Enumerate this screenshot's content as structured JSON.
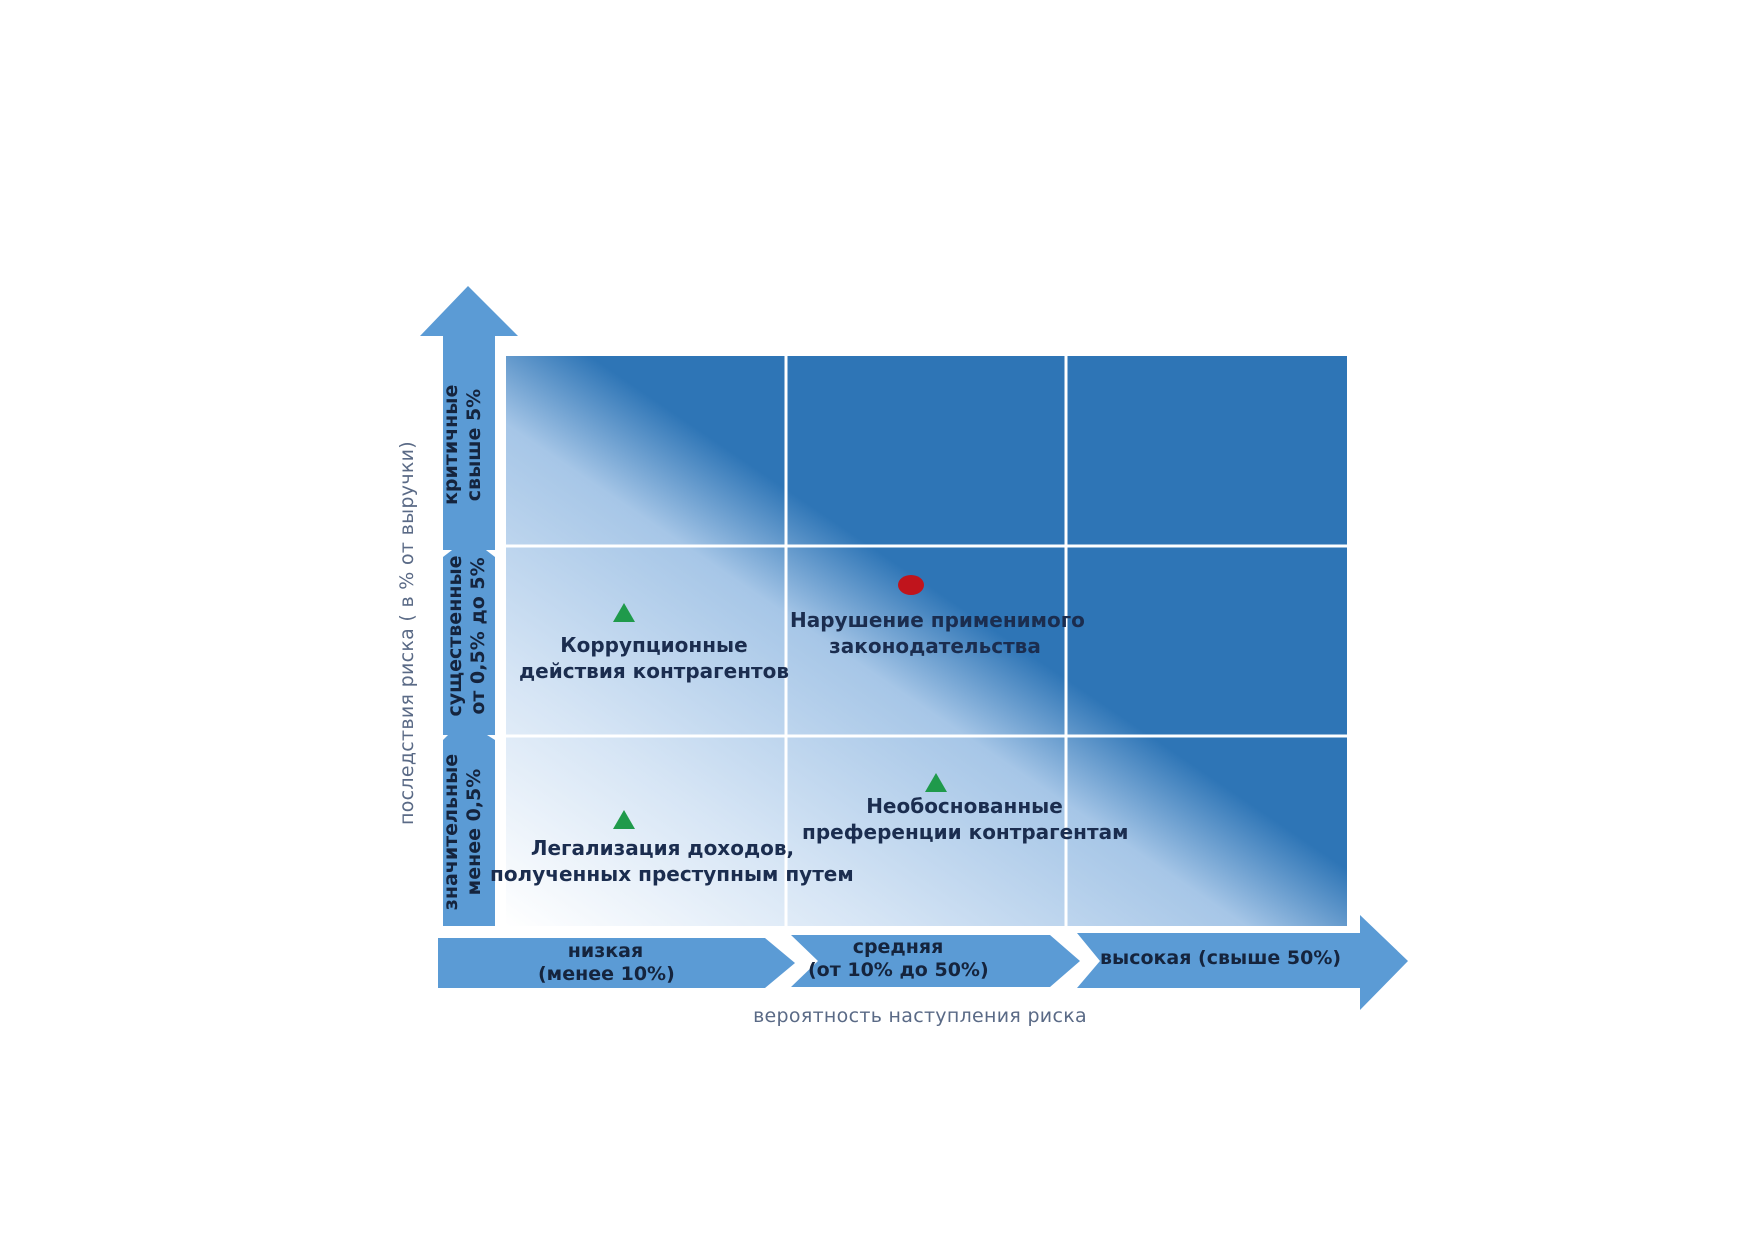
{
  "x_axis": {
    "caption": "вероятность  наступления риска",
    "levels": [
      {
        "line1": "низкая",
        "line2": "(менее 10%)"
      },
      {
        "line1": "средняя",
        "line2": "(от 10% до 50%)"
      },
      {
        "line1": "высокая (свыше 50%)",
        "line2": ""
      }
    ]
  },
  "y_axis": {
    "caption": "последствия риска ( в % от выручки)",
    "levels": [
      {
        "line1": "значительные",
        "line2": "менее 0,5%"
      },
      {
        "line1": "существенные",
        "line2": "от 0,5% до 5%"
      },
      {
        "line1": "критичные",
        "line2": "свыше 5%"
      }
    ]
  },
  "risks": [
    {
      "line1": "Коррупционные",
      "line2": "действия контрагентов",
      "marker": "triangle",
      "color": "#1f9a4b"
    },
    {
      "line1": "Нарушение применимого",
      "line2": "законодательства",
      "marker": "circle",
      "color": "#c0141c"
    },
    {
      "line1": "Легализация доходов,",
      "line2": "полученных преступным путем",
      "marker": "triangle",
      "color": "#1f9a4b"
    },
    {
      "line1": "Необоснованные",
      "line2": "преференции контрагентам",
      "marker": "triangle",
      "color": "#1f9a4b"
    }
  ],
  "colors": {
    "arrow": "#5b9bd5",
    "matrix_dark": "#2e75b6",
    "matrix_light": "#e9f1fa",
    "grid_line": "#ffffff"
  }
}
